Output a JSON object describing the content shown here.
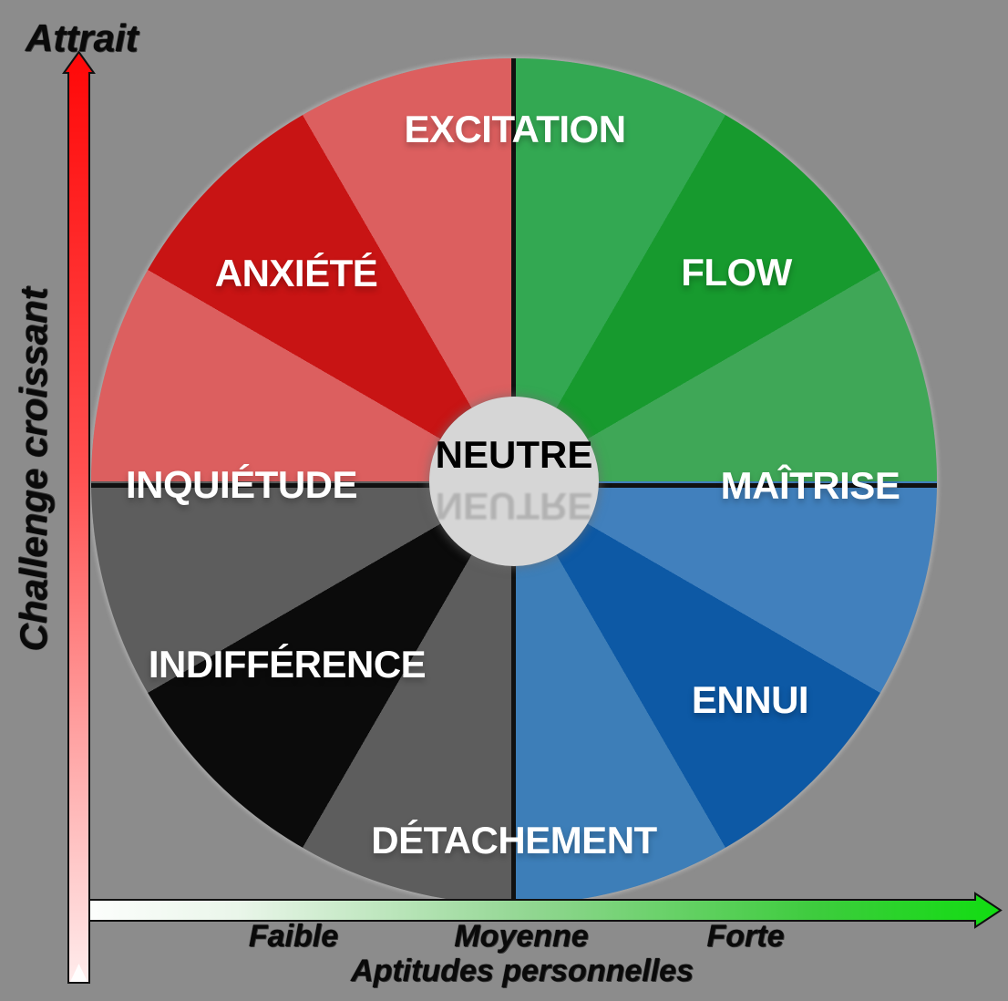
{
  "diagram_title": "Flow model wheel (French)",
  "wheel": {
    "center_label": "NEUTRE",
    "segments": [
      {
        "start": 0,
        "end": 30,
        "color": "#33a852",
        "zone": "flow-light"
      },
      {
        "start": 30,
        "end": 60,
        "color": "#179a2e",
        "zone": "flow-dark"
      },
      {
        "start": 60,
        "end": 90,
        "color": "#3fa757",
        "zone": "maitrise-green"
      },
      {
        "start": 90,
        "end": 120,
        "color": "#4180bd",
        "zone": "maitrise-blue"
      },
      {
        "start": 120,
        "end": 150,
        "color": "#0d59a5",
        "zone": "ennui"
      },
      {
        "start": 150,
        "end": 180,
        "color": "#3d7eb8",
        "zone": "detachement-blue"
      },
      {
        "start": 180,
        "end": 210,
        "color": "#5d5d5d",
        "zone": "detachement-gray"
      },
      {
        "start": 210,
        "end": 240,
        "color": "#0b0b0b",
        "zone": "indifference"
      },
      {
        "start": 240,
        "end": 270,
        "color": "#5d5d5d",
        "zone": "inquietude-gray"
      },
      {
        "start": 270,
        "end": 300,
        "color": "#dc5f5f",
        "zone": "inquietude-red"
      },
      {
        "start": 300,
        "end": 330,
        "color": "#c81414",
        "zone": "anxiete"
      },
      {
        "start": 330,
        "end": 360,
        "color": "#dc5f5f",
        "zone": "excitation"
      }
    ],
    "labels": {
      "excitation": "EXCITATION",
      "anxiete": "ANXIÉTÉ",
      "flow": "FLOW",
      "inquietude": "INQUIÉTUDE",
      "maitrise": "MAÎTRISE",
      "indifference": "INDIFFÉRENCE",
      "ennui": "ENNUI",
      "detachement": "DÉTACHEMENT",
      "neutre": "NEUTRE"
    }
  },
  "y_axis": {
    "top_label": "Attrait",
    "axis_label": "Challenge croissant"
  },
  "x_axis": {
    "axis_label": "Aptitudes personnelles",
    "ticks": [
      "Faible",
      "Moyenne",
      "Forte"
    ]
  },
  "colors": {
    "background": "#8c8c8c",
    "axis_line": "#111111",
    "center_circle": "#d6d6d6",
    "wedge_label_text": "#ffffff",
    "axis_label_text": "#0a0a0a",
    "y_arrow_top": "#ff0808",
    "y_arrow_bottom": "#ffecec",
    "x_arrow_left": "#ffffff",
    "x_arrow_right": "#11dd11"
  }
}
